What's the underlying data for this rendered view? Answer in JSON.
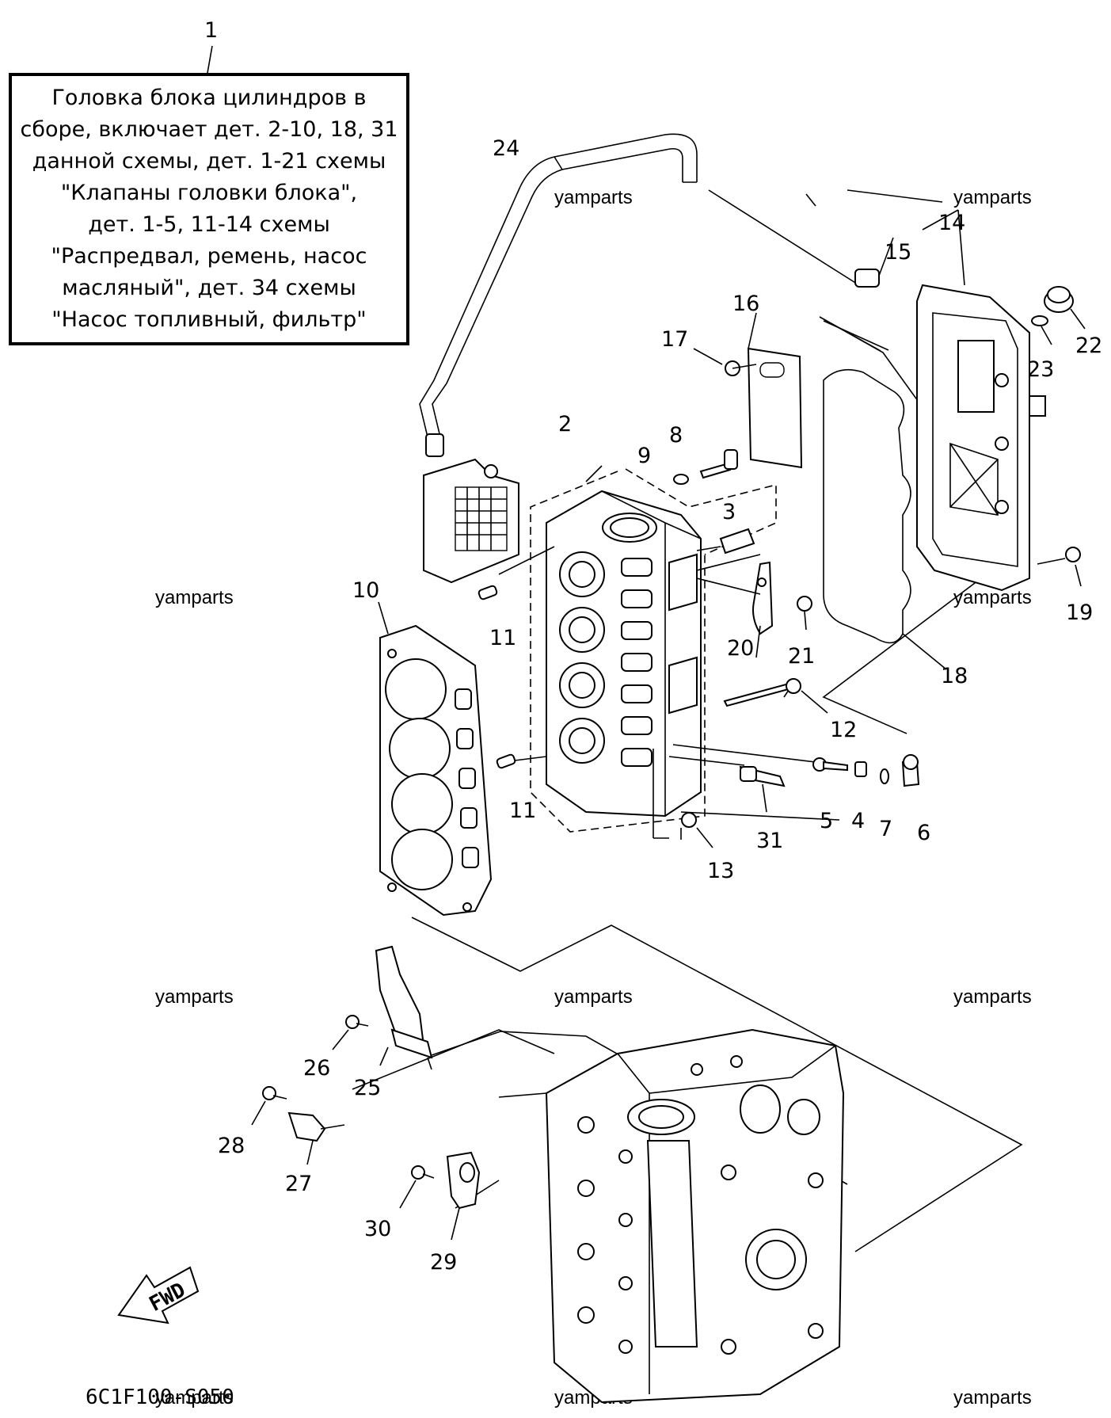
{
  "note": {
    "number": "1",
    "lines": [
      "Головка блока цилиндров в",
      "сборе, включает дет. 2-10, 18, 31",
      "данной схемы, дет. 1-21 схемы",
      "\"Клапаны головки блока\",",
      "дет. 1-5, 11-14 схемы",
      "\"Распредвал, ремень, насос",
      "масляный\", дет. 34 схемы",
      "\"Насос топливный, фильтр\""
    ]
  },
  "callouts": {
    "c2": "2",
    "c3": "3",
    "c4": "4",
    "c5": "5",
    "c6": "6",
    "c7": "7",
    "c8": "8",
    "c9": "9",
    "c10": "10",
    "c11a": "11",
    "c11b": "11",
    "c12": "12",
    "c13": "13",
    "c14": "14",
    "c15": "15",
    "c16": "16",
    "c17": "17",
    "c18": "18",
    "c19": "19",
    "c20": "20",
    "c21": "21",
    "c22": "22",
    "c23": "23",
    "c24": "24",
    "c25": "25",
    "c26": "26",
    "c27": "27",
    "c28": "28",
    "c29": "29",
    "c30": "30",
    "c31": "31"
  },
  "watermark": "yamparts",
  "fwd_label": "FWD",
  "diagram_code": "6C1F100-S050"
}
